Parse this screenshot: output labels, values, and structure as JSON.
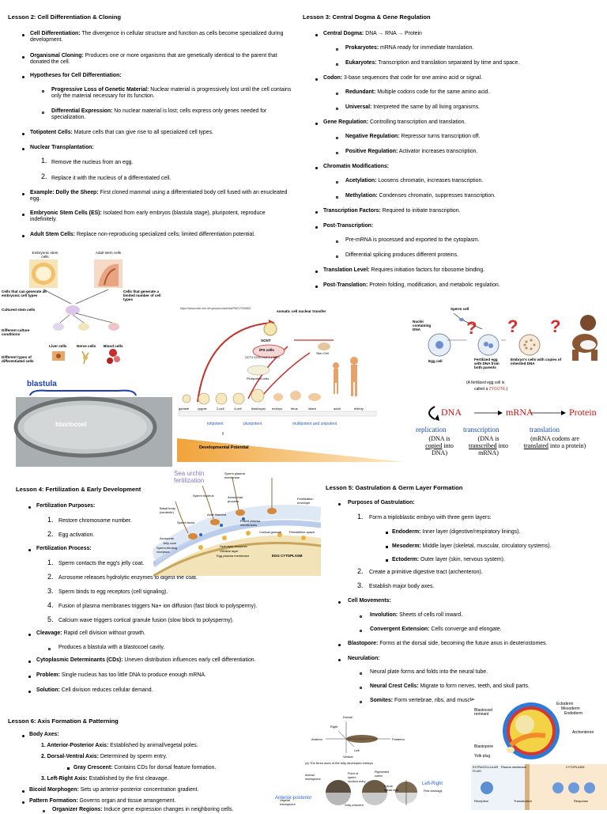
{
  "lesson2": {
    "title": "Lesson 2: Cell Differentiation & Cloning",
    "items": [
      {
        "term": "Cell Differentiation:",
        "text": " The divergence in cellular structure and function as cells become specialized during development."
      },
      {
        "term": "Organismal Cloning:",
        "text": " Produces one or more organisms that are genetically identical to the parent that donated the cell."
      },
      {
        "term": "Hypotheses for Cell Differentiation:",
        "text": ""
      },
      {
        "term": "Progressive Loss of Genetic Material:",
        "text": " Nuclear material is progressively lost until the cell contains only the material necessary for its function."
      },
      {
        "term": "Differential Expression:",
        "text": " No nuclear material is lost; cells express only genes needed for specialization."
      },
      {
        "term": "Totipotent Cells:",
        "text": " Mature cells that can give rise to all specialized cell types."
      },
      {
        "term": "Nuclear Transplantation:",
        "text": ""
      },
      {
        "term": "",
        "text": "Remove the nucleus from an egg."
      },
      {
        "term": "",
        "text": "Replace it with the nucleus of a differentiated cell."
      },
      {
        "term": "Example: Dolly the Sheep:",
        "text": " First cloned mammal using a differentiated body cell fused with an enucleated egg."
      },
      {
        "term": "Embryonic Stem Cells (ES):",
        "text": " Isolated from early embryos (blastula stage), pluripotent, reproduce indefinitely."
      },
      {
        "term": "Adult Stem Cells:",
        "text": " Replace non-reproducing specialized cells; limited differentiation potential."
      }
    ]
  },
  "lesson3": {
    "title": "Lesson 3: Central Dogma & Gene Regulation",
    "items": [
      {
        "term": "Central Dogma:",
        "text": " DNA → RNA → Protein"
      },
      {
        "term": "Prokaryotes:",
        "text": " mRNA ready for immediate translation."
      },
      {
        "term": "Eukaryotes:",
        "text": " Transcription and translation separated by time and space."
      },
      {
        "term": "Codon:",
        "text": " 3-base sequences that code for one amino acid or signal."
      },
      {
        "term": "Redundant:",
        "text": " Multiple codons code for the same amino acid."
      },
      {
        "term": "Universal:",
        "text": " Interpreted the same by all living organisms."
      },
      {
        "term": "Gene Regulation:",
        "text": " Controlling transcription and translation."
      },
      {
        "term": "Negative Regulation:",
        "text": " Repressor turns transcription off."
      },
      {
        "term": "Positive Regulation:",
        "text": " Activator increases transcription."
      },
      {
        "term": "Chromatin Modifications:",
        "text": ""
      },
      {
        "term": "Acetylation:",
        "text": " Loosens chromatin, increases transcription."
      },
      {
        "term": "Methylation:",
        "text": " Condenses chromatin, suppresses transcription."
      },
      {
        "term": "Transcription Factors:",
        "text": " Required to initiate transcription."
      },
      {
        "term": "Post-Transcription:",
        "text": ""
      },
      {
        "term": "",
        "text": "Pre-mRNA is processed and exported to the cytoplasm."
      },
      {
        "term": "",
        "text": "Differential splicing produces different proteins."
      },
      {
        "term": "Translation Level:",
        "text": " Requires initiation factors for ribosome binding."
      },
      {
        "term": "Post-Translation:",
        "text": " Protein folding, modification, and metabolic regulation."
      }
    ]
  },
  "stem_fig": {
    "embryonic": "Embryonic stem cells",
    "adult": "Adult stem cells",
    "all_types": "Cells that can generate all embryonic cell types",
    "limited": "Cells that generate a limited number of cell types",
    "cultured": "Cultured stem cells",
    "conditions": "Different culture conditions",
    "diff_types": "Different types of differentiated cells",
    "liver": "Liver cells",
    "nerve": "Nerve cells",
    "blood": "Blood cells"
  },
  "blastula_fig": {
    "title": "blastula",
    "blastocoel": "blastocoel"
  },
  "scnt_fig": {
    "url": "https://www.ncbi.nlm.nih.gov/pmc/articles/PMC2752662/",
    "scnt": "SCNT",
    "scnt_full": "somatic cell nuclear transfer",
    "ips": "iPS cells",
    "factors": "OCT4  SOX2  KLF4  c-MYC",
    "skin": "Skin Cell",
    "pluri": "Pluripotent cells",
    "stages": [
      "gamete",
      "zygote",
      "2-cell",
      "4-cell",
      "blastocyst",
      "embryo",
      "fetus",
      "infant",
      "adult",
      "elderly"
    ],
    "totipotent": "totipotent",
    "pluripotent": "pluripotent",
    "multi": "multipotent and unipotent",
    "potential": "Developmental Potential"
  },
  "zygote_fig": {
    "sperm": "Sperm cell",
    "nuclei": "Nuclei containing DNA",
    "egg": "Egg cell",
    "fertilized": "Fertilized egg with DNA from both parents",
    "embryo": "Embryo's cells with copies of inherited DNA",
    "caption1": "(A fertilized egg cell is",
    "caption2": "called a ",
    "zygote": "ZYGOTE",
    "caption3": ".)"
  },
  "dogma_fig": {
    "dna": "DNA",
    "mrna": "mRNA",
    "protein": "Protein",
    "replication": "replication",
    "transcription": "transcription",
    "translation": "translation",
    "c1a": "(DNA is",
    "c1b": "copied",
    "c1c": " into",
    "c1d": "DNA)",
    "c2a": "(DNA is",
    "c2b": "transcribed",
    "c2c": " into",
    "c2d": "mRNA)",
    "c3a": "(mRNA codons are",
    "c3b": "translated",
    "c3c": " into a protein)"
  },
  "lesson4": {
    "title": "Lesson 4: Fertilization & Early Development",
    "items": [
      {
        "term": "Fertilization Purposes:",
        "text": ""
      },
      {
        "term": "",
        "text": "Restore chromosome number."
      },
      {
        "term": "",
        "text": "Egg activation."
      },
      {
        "term": "Fertilization Process:",
        "text": ""
      },
      {
        "term": "",
        "text": "Sperm contacts the egg's jelly coat."
      },
      {
        "term": "",
        "text": "Acrosome releases hydrolytic enzymes to digest the coat."
      },
      {
        "term": "",
        "text": "Sperm binds to egg receptors (cell signaling)."
      },
      {
        "term": "",
        "text": "Fusion of plasma membranes triggers Na+ ion diffusion (fast block to polyspermy)."
      },
      {
        "term": "",
        "text": "Calcium wave triggers cortical granule fusion (slow block to polyspermy)."
      },
      {
        "term": "Cleavage:",
        "text": " Rapid cell division without growth."
      },
      {
        "term": "",
        "text": "Produces a blastula with a blastocoel cavity."
      },
      {
        "term": "Cytoplasmic Determinants (CDs):",
        "text": " Uneven distribution influences early cell differentiation."
      },
      {
        "term": "Problem:",
        "text": " Single nucleus has too little DNA to produce enough mRNA."
      },
      {
        "term": "Solution:",
        "text": " Cell division reduces cellular demand."
      }
    ]
  },
  "urchin_fig": {
    "title1": "Sea urchin",
    "title2": "fertilization",
    "labels": [
      "Sperm plasma membrane",
      "Sperm nucleus",
      "Acrosomal process",
      "Fertilization envelope",
      "Basal body (centriole)",
      "Actin filament",
      "Fused plasma membranes",
      "Sperm head",
      "Cortical granule",
      "Perivitelline space",
      "Acrosome",
      "Jelly coat",
      "Sperm-binding receptors",
      "Hydrolytic enzymes",
      "Vitelline layer",
      "Egg plasma membrane",
      "EGG CYTOPLASM"
    ]
  },
  "lesson5": {
    "title": "Lesson 5: Gastrulation & Germ Layer Formation",
    "items": [
      {
        "term": "Purposes of Gastrulation:",
        "text": ""
      },
      {
        "term": "",
        "text": "Form a triploblastic embryo with three germ layers:"
      },
      {
        "term": "Endoderm:",
        "text": " Inner layer (digestive/respiratory linings)."
      },
      {
        "term": "Mesoderm:",
        "text": " Middle layer (skeletal, muscular, circulatory systems)."
      },
      {
        "term": "Ectoderm:",
        "text": " Outer layer (skin, nervous system)."
      },
      {
        "term": "",
        "text": "Create a primitive digestive tract (archenteron)."
      },
      {
        "term": "",
        "text": "Establish major body axes."
      },
      {
        "term": "Cell Movements:",
        "text": ""
      },
      {
        "term": "Involution:",
        "text": " Sheets of cells roll inward."
      },
      {
        "term": "Convergent Extension:",
        "text": " Cells converge and elongate."
      },
      {
        "term": "Blastopore:",
        "text": " Forms at the dorsal side, becoming the future anus in deuterostomes."
      },
      {
        "term": "Neurulation:",
        "text": ""
      },
      {
        "term": "",
        "text": "Neural plate forms and folds into the neural tube."
      },
      {
        "term": "Neural Crest Cells:",
        "text": " Migrate to form nerves, teeth, and skull parts."
      },
      {
        "term": "Somites:",
        "text": " Form vertebrae, ribs, and muscle."
      }
    ]
  },
  "lesson6": {
    "title": "Lesson 6: Axis Formation & Patterning",
    "items": [
      {
        "term": "Body Axes:",
        "text": ""
      },
      {
        "term": "Anterior-Posterior Axis:",
        "text": " Established by animal/vegetal poles."
      },
      {
        "term": "Dorsal-Ventral Axis:",
        "text": " Determined by sperm entry."
      },
      {
        "term": "Gray Crescent:",
        "text": " Contains CDs for dorsal feature formation."
      },
      {
        "term": "Left-Right Axis:",
        "text": " Established by the first cleavage."
      },
      {
        "term": "Bicoid Morphogen:",
        "text": " Sets up anterior-posterior concentration gradient."
      },
      {
        "term": "Pattern Formation:",
        "text": " Governs organ and tissue arrangement."
      },
      {
        "term": "Organizer Regions:",
        "text": " Induce gene expression changes in neighboring cells."
      }
    ]
  },
  "axes_fig": {
    "dorsal": "Dorsal",
    "right": "Right",
    "anterior": "Anterior",
    "posterior": "Posterior",
    "left": "Left",
    "ventral": "Ventral",
    "caption": "(a) The three axes of the fully developed embryo",
    "animal": "Animal hemisphere",
    "vegetal": "Vegetal hemisphere",
    "sperm_entry": "Point of sperm nucleus entry",
    "pigmented": "Pigmented cortex",
    "future_dorsal": "Future dorsal side",
    "first_cleavage": "First cleavage",
    "gray": "Gray crescent",
    "ap": "Anterior-posterior",
    "lr": "Left-Right"
  },
  "gastrula_fig": {
    "ectoderm": "Ectoderm",
    "mesoderm": "Mesoderm",
    "endoderm": "Endoderm",
    "blastocoel": "Blastocoel remnant",
    "archenteron": "Archenteron",
    "blastopore": "Blastopore",
    "yolk": "Yolk plug"
  },
  "signal_fig": {
    "extracellular": "EXTRACELLULAR FLUID",
    "plasma": "Plasma membrane",
    "cytoplasm": "CYTOPLASM",
    "reception": "Reception",
    "transduction": "Transduction",
    "response": "Response"
  }
}
